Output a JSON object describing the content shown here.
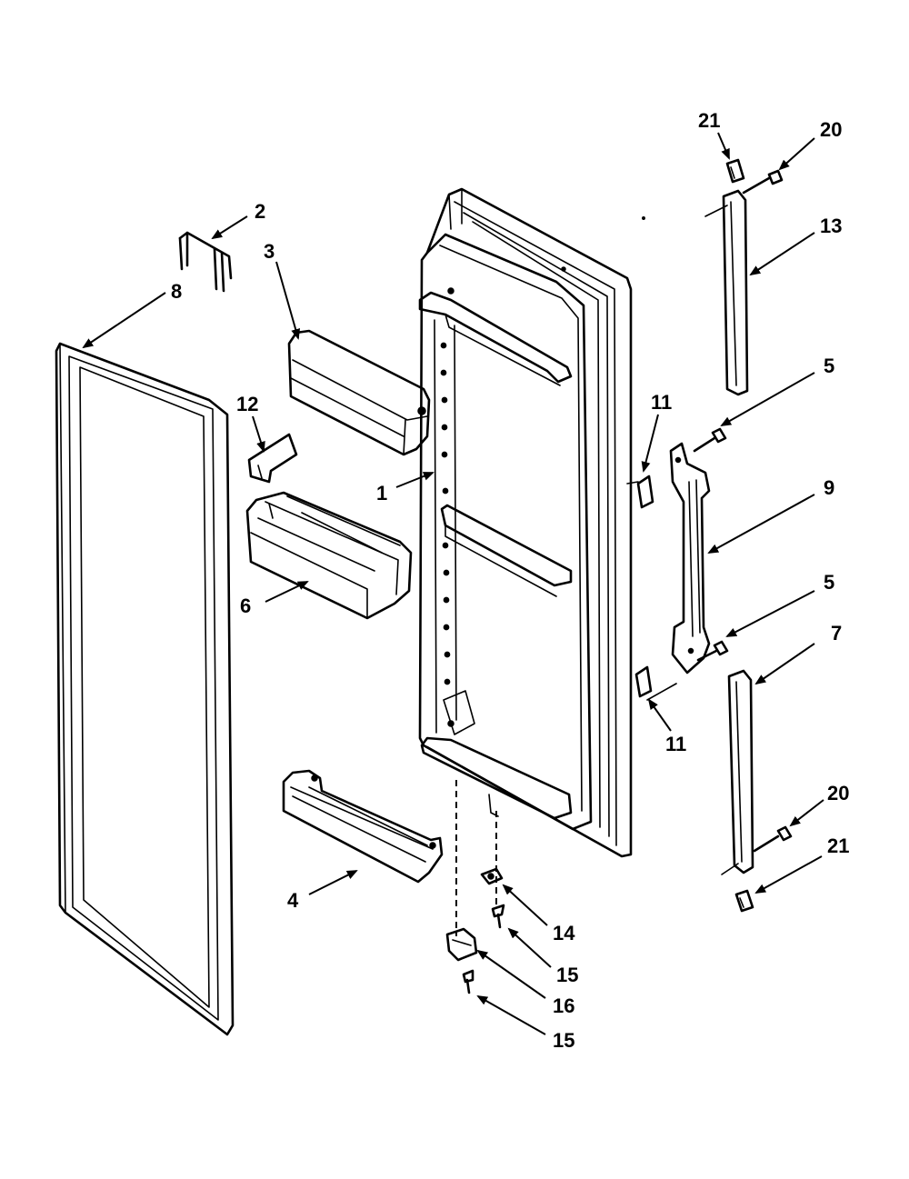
{
  "callouts": [
    {
      "id": "1",
      "label": "1"
    },
    {
      "id": "2",
      "label": "2"
    },
    {
      "id": "3",
      "label": "3"
    },
    {
      "id": "4",
      "label": "4"
    },
    {
      "id": "5a",
      "label": "5"
    },
    {
      "id": "5b",
      "label": "5"
    },
    {
      "id": "6",
      "label": "6"
    },
    {
      "id": "7",
      "label": "7"
    },
    {
      "id": "8",
      "label": "8"
    },
    {
      "id": "9",
      "label": "9"
    },
    {
      "id": "11a",
      "label": "11"
    },
    {
      "id": "11b",
      "label": "11"
    },
    {
      "id": "12",
      "label": "12"
    },
    {
      "id": "13",
      "label": "13"
    },
    {
      "id": "14",
      "label": "14"
    },
    {
      "id": "15a",
      "label": "15"
    },
    {
      "id": "15b",
      "label": "15"
    },
    {
      "id": "16",
      "label": "16"
    },
    {
      "id": "20a",
      "label": "20"
    },
    {
      "id": "20b",
      "label": "20"
    },
    {
      "id": "21a",
      "label": "21"
    },
    {
      "id": "21b",
      "label": "21"
    }
  ]
}
